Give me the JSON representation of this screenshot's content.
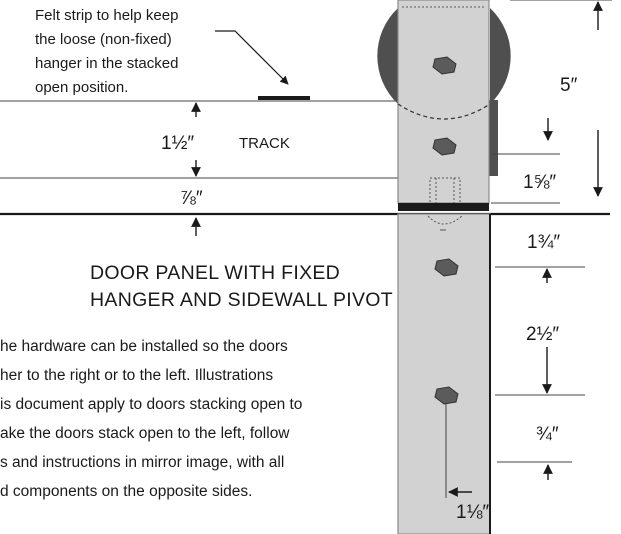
{
  "callout": {
    "lines": [
      "Felt strip to help keep",
      "the loose (non-fixed)",
      "hanger in the stacked",
      "open position."
    ]
  },
  "dimensions": {
    "track_height": "1½″",
    "track_label": "TRACK",
    "rail_height": "⅞″",
    "hanger_height": "5″",
    "bolt_offset": "1⅝″",
    "top_to_hole": "1¾″",
    "hole_spacing": "2½″",
    "hole_to_edge": "¾″",
    "side_offset": "1⅛″"
  },
  "panel_title": {
    "line1": "DOOR PANEL WITH FIXED",
    "line2": "HANGER AND SIDEWALL PIVOT"
  },
  "description": {
    "lines": [
      "he hardware can be installed so the doors",
      "her to the right or to the left. Illustrations",
      "is document apply to doors stacking open to",
      "ake the doors stack open to the left, follow",
      "s and instructions in mirror image, with all",
      "d components on the opposite sides."
    ]
  },
  "colors": {
    "hanger_face": "#d2d2d2",
    "wheel": "#4f4f4f",
    "bolt": "#5b5b5b",
    "line": "#1a1a1a"
  }
}
